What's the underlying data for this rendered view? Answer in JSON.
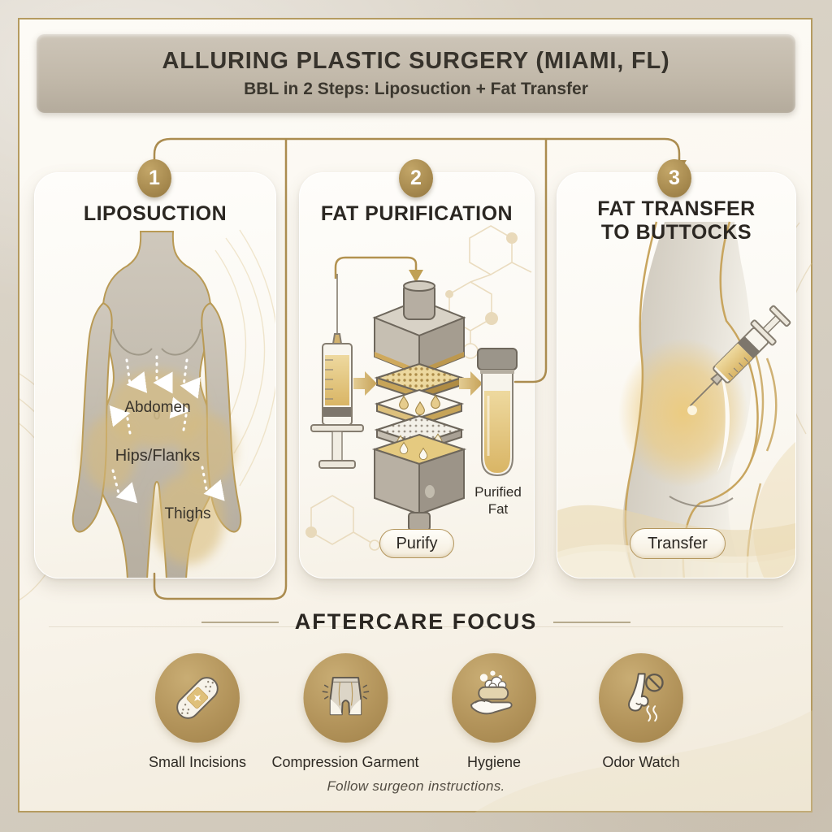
{
  "header": {
    "title": "ALLURING PLASTIC SURGERY (MIAMI, FL)",
    "subtitle": "BBL in 2 Steps: Liposuction + Fat Transfer"
  },
  "steps": [
    {
      "number": "1",
      "title": "LIPOSUCTION",
      "zones": [
        "Abdomen",
        "Hips/Flanks",
        "Thighs"
      ]
    },
    {
      "number": "2",
      "title": "FAT PURIFICATION",
      "output_label": "Purified Fat",
      "button": "Purify"
    },
    {
      "number": "3",
      "title": "FAT TRANSFER TO BUTTOCKS",
      "button": "Transfer"
    }
  ],
  "aftercare": {
    "title": "AFTERCARE FOCUS",
    "items": [
      {
        "icon": "bandage-icon",
        "label": "Small Incisions"
      },
      {
        "icon": "compression-garment-icon",
        "label": "Compression Garment"
      },
      {
        "icon": "soap-hand-icon",
        "label": "Hygiene"
      },
      {
        "icon": "nose-no-odor-icon",
        "label": "Odor Watch"
      }
    ]
  },
  "footer": {
    "note": "Follow surgeon instructions."
  },
  "colors": {
    "accent_gold": "#ab8c4f",
    "gold_light": "#dcc083",
    "ink": "#2b2722",
    "panel": "#faf6ee",
    "header_bar": "#c2b9aa"
  }
}
